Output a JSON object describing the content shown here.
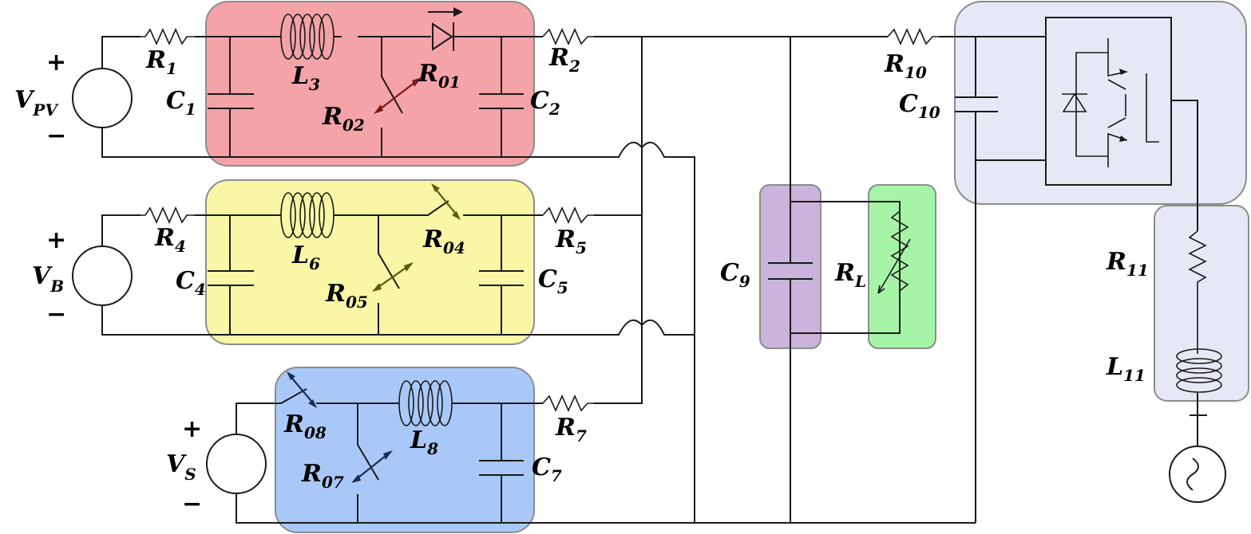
{
  "labels": {
    "r1": [
      "R",
      "1"
    ],
    "c1": [
      "C",
      "1"
    ],
    "l3": [
      "L",
      "3"
    ],
    "r01": [
      "R",
      "01"
    ],
    "r02": [
      "R",
      "02"
    ],
    "r2": [
      "R",
      "2"
    ],
    "c2": [
      "C",
      "2"
    ],
    "vpv": [
      "V",
      "PV"
    ],
    "vb": [
      "V",
      "B"
    ],
    "vs": [
      "V",
      "S"
    ],
    "r4": [
      "R",
      "4"
    ],
    "c4": [
      "C",
      "4"
    ],
    "l6": [
      "L",
      "6"
    ],
    "r04": [
      "R",
      "04"
    ],
    "r05": [
      "R",
      "05"
    ],
    "r5": [
      "R",
      "5"
    ],
    "c5": [
      "C",
      "5"
    ],
    "r08": [
      "R",
      "08"
    ],
    "r07": [
      "R",
      "07"
    ],
    "l8": [
      "L",
      "8"
    ],
    "r7": [
      "R",
      "7"
    ],
    "c7": [
      "C",
      "7"
    ],
    "c9": [
      "C",
      "9"
    ],
    "rl": [
      "R",
      "L"
    ],
    "r10": [
      "R",
      "10"
    ],
    "c10": [
      "C",
      "10"
    ],
    "r11": [
      "R",
      "11"
    ],
    "l11": [
      "L",
      "11"
    ]
  },
  "signs": {
    "plus": "+",
    "minus": "−"
  },
  "colors": {
    "pv_block": "#f4a3a8",
    "pv_block_stroke": "#8c8c8c",
    "pv_switch": "#7a1a1a",
    "battery_block": "#f9f7a6",
    "battery_switch": "#5a5a10",
    "sc_block": "#a9c8f7",
    "sc_switch": "#1d2d52",
    "c9_block": "#cbb4dc",
    "rl_block": "#a6f5a6",
    "inverter_block": "#e6e8f5",
    "filter_block": "#e6e8f5"
  }
}
